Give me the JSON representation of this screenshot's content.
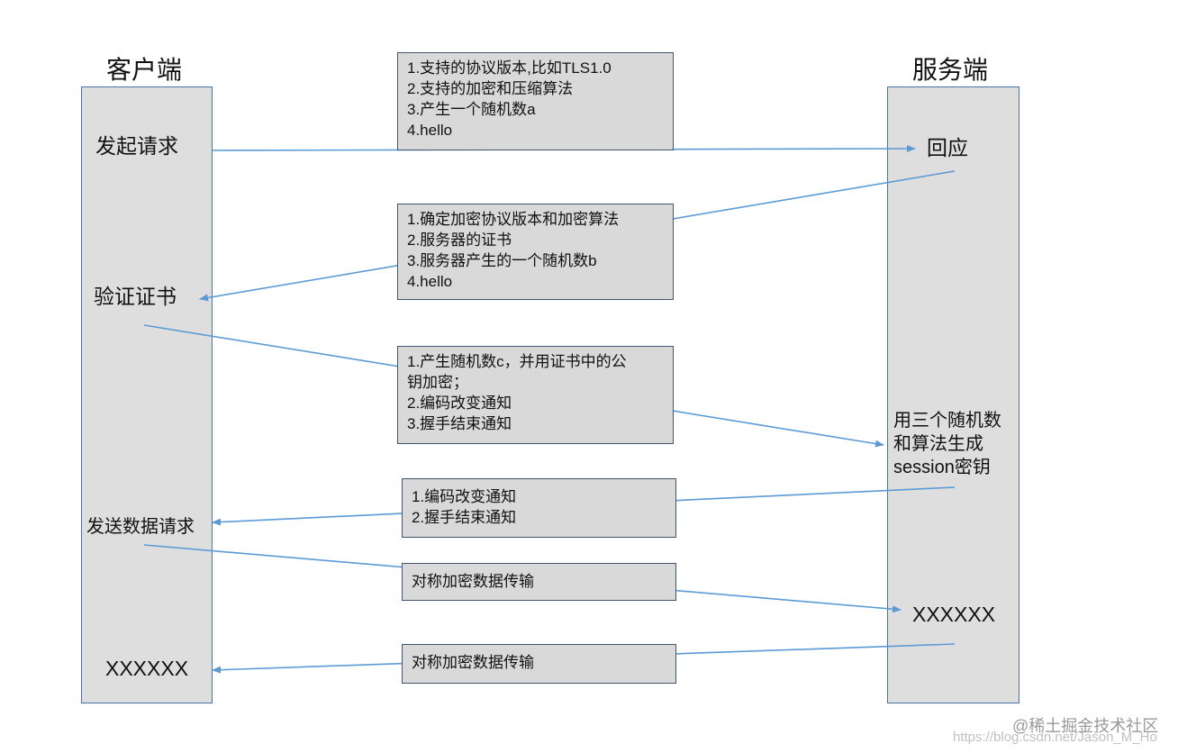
{
  "client": {
    "title": "客户端",
    "labels": {
      "initiate": "发起请求",
      "verify": "验证证书",
      "send_data": "发送数据请求",
      "xxx": "XXXXXX"
    }
  },
  "server": {
    "title": "服务端",
    "labels": {
      "respond": "回应",
      "gen_key": [
        "用三个随机数",
        "和算法生成",
        "session密钥"
      ],
      "xxx": "XXXXXX"
    }
  },
  "messages": [
    {
      "lines": [
        "1.支持的协议版本,比如TLS1.0",
        "2.支持的加密和压缩算法",
        "3.产生一个随机数a",
        "4.hello"
      ]
    },
    {
      "lines": [
        "1.确定加密协议版本和加密算法",
        "2.服务器的证书",
        "3.服务器产生的一个随机数b",
        "4.hello"
      ]
    },
    {
      "lines": [
        "1.产生随机数c，并用证书中的公",
        "钥加密；",
        "2.编码改变通知",
        "3.握手结束通知"
      ]
    },
    {
      "lines": [
        "1.编码改变通知",
        "2.握手结束通知"
      ]
    },
    {
      "lines": [
        "对称加密数据传输"
      ]
    },
    {
      "lines": [
        "对称加密数据传输"
      ]
    }
  ],
  "colors": {
    "arrow": "#5b9bd5",
    "lane_border": "#4a72a8",
    "box_border": "#44546a"
  },
  "watermark": {
    "brand": "@稀土掘金技术社区",
    "url": "https://blog.csdn.net/Jason_M_Ho"
  }
}
